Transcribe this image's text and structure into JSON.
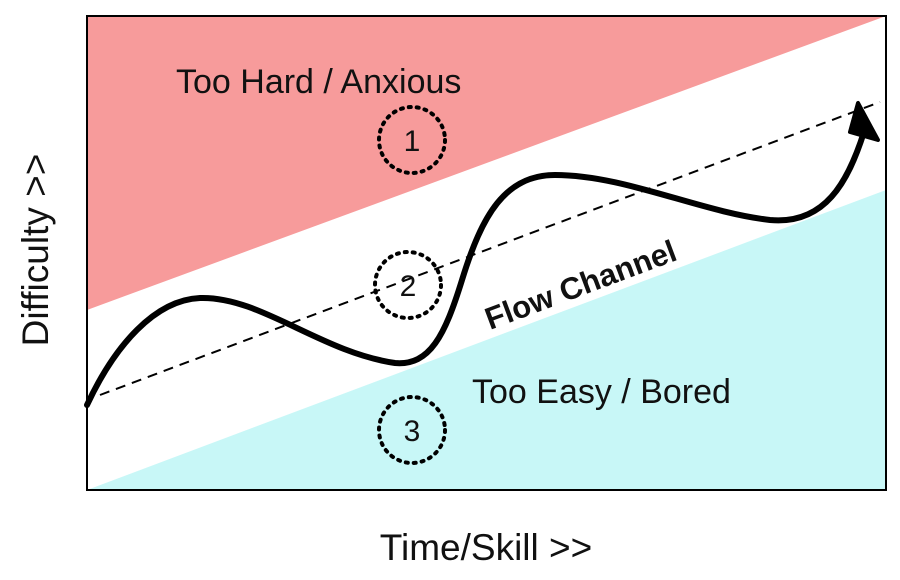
{
  "colors": {
    "too_hard": "#f79b9b",
    "too_easy": "#c8f7f7",
    "channel": "#ffffff",
    "line": "#000000"
  },
  "regions": {
    "too_hard": "Too Hard / Anxious",
    "too_easy": "Too Easy / Bored",
    "channel": "Flow Channel"
  },
  "axes": {
    "x_label": "Time/Skill >>",
    "y_label": "Difficulty >>"
  },
  "markers": [
    "1",
    "2",
    "3"
  ]
}
